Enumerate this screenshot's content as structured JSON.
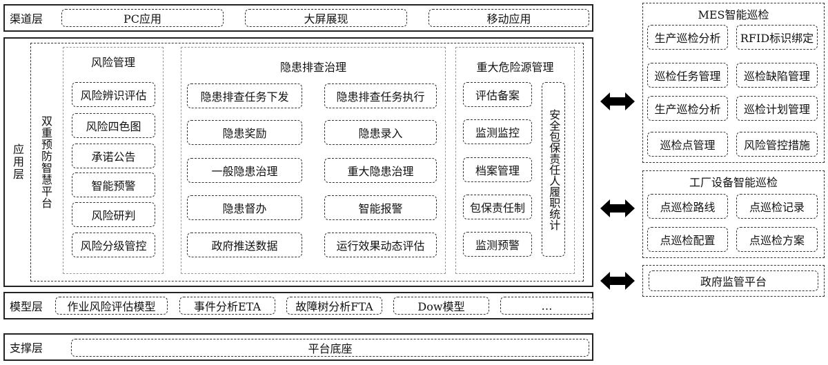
{
  "channel_layer": {
    "label": "渠道层",
    "items": [
      "PC应用",
      "大屏展现",
      "移动应用"
    ]
  },
  "application_layer": {
    "label": "应用层",
    "platform": "双重预防智慧平台",
    "risk_management": {
      "title": "风险管理",
      "items": [
        "风险辨识评估",
        "风险四色图",
        "承诺公告",
        "智能预警",
        "风险研判",
        "风险分级管控"
      ]
    },
    "hazard_governance": {
      "title": "隐患排查治理",
      "left": [
        "隐患排查任务下发",
        "隐患奖励",
        "一般隐患治理",
        "隐患督办",
        "政府推送数据"
      ],
      "right": [
        "隐患排查任务执行",
        "隐患录入",
        "重大隐患治理",
        "智能报警",
        "运行效果动态评估"
      ]
    },
    "major_hazard": {
      "title": "重大危险源管理",
      "items": [
        "评估备案",
        "监测监控",
        "档案管理",
        "包保责任制",
        "监测预警"
      ],
      "side": "安全包保责任人履职统计"
    }
  },
  "model_layer": {
    "label": "模型层",
    "items": [
      "作业风险评估模型",
      "事件分析ETA",
      "故障树分析FTA",
      "Dow模型",
      "…"
    ]
  },
  "support_layer": {
    "label": "支撑层",
    "items": [
      "平台底座"
    ]
  },
  "mes_inspection": {
    "title": "MES智能巡检",
    "items": [
      "生产巡检分析",
      "RFID标识绑定",
      "巡检任务管理",
      "巡检缺陷管理",
      "生产巡检分析",
      "巡检计划管理",
      "巡检点管理",
      "风险管控措施"
    ]
  },
  "factory_inspection": {
    "title": "工厂设备智能巡检",
    "items": [
      "点巡检路线",
      "点巡检记录",
      "点巡检配置",
      "点巡检方案"
    ]
  },
  "gov_platform": {
    "title": "政府监管平台"
  },
  "colors": {
    "line": "#222222",
    "arrow": "#000000",
    "background": "#ffffff"
  },
  "icons": [
    "double-arrow-icon"
  ]
}
